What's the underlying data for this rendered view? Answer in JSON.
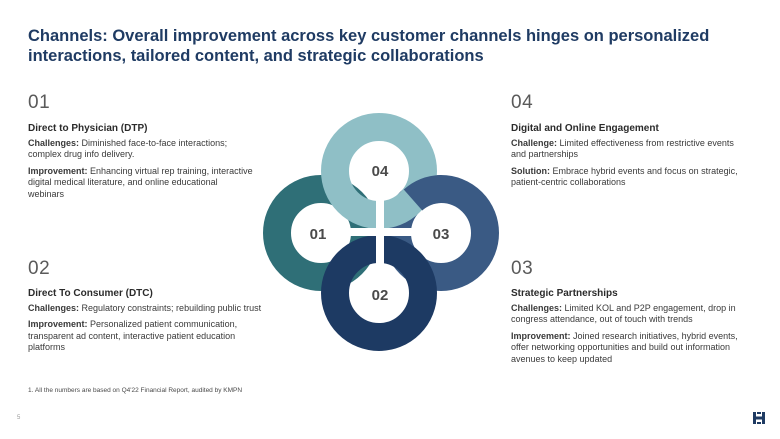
{
  "title": "Channels: Overall improvement across key customer channels hinges on personalized interactions, tailored content, and strategic collaborations",
  "quadrants": {
    "q01": {
      "number": "01",
      "heading": "Direct to Physician (DTP)",
      "challenge_label": "Challenges:",
      "challenge": " Diminished face-to-face interactions; complex drug info delivery.",
      "improvement_label": "Improvement:",
      "improvement": " Enhancing virtual rep training, interactive digital medical literature, and online educational webinars"
    },
    "q02": {
      "number": "02",
      "heading": "Direct To Consumer (DTC)",
      "challenge_label": "Challenges:",
      "challenge": " Regulatory constraints; rebuilding public trust",
      "improvement_label": "Improvement:",
      "improvement": " Personalized patient communication, transparent ad content, interactive patient education platforms"
    },
    "q03": {
      "number": "03",
      "heading": "Strategic Partnerships",
      "challenge_label": "Challenges:",
      "challenge": " Limited KOL and P2P engagement, drop in congress attendance, out of touch with trends",
      "improvement_label": "Improvement:",
      "improvement": " Joined research initiatives, hybrid events, offer networking opportunities and build out information avenues to keep updated"
    },
    "q04": {
      "number": "04",
      "heading": "Digital and Online Engagement",
      "challenge_label": "Challenge:",
      "challenge": " Limited effectiveness from restrictive events and partnerships",
      "improvement_label": "Solution:",
      "improvement": " Embrace hybrid events and focus on strategic, patient-centric collaborations"
    }
  },
  "diagram": {
    "labels": {
      "d01": "01",
      "d02": "02",
      "d03": "03",
      "d04": "04"
    },
    "colors": {
      "c01": "#2f6f77",
      "c02": "#1d3a63",
      "c03": "#3a5a84",
      "c04": "#8fbfc6"
    }
  },
  "footnote": "1. All the numbers are based on Q4'22 Financial Report, audited by KMPN",
  "page_number": "5"
}
